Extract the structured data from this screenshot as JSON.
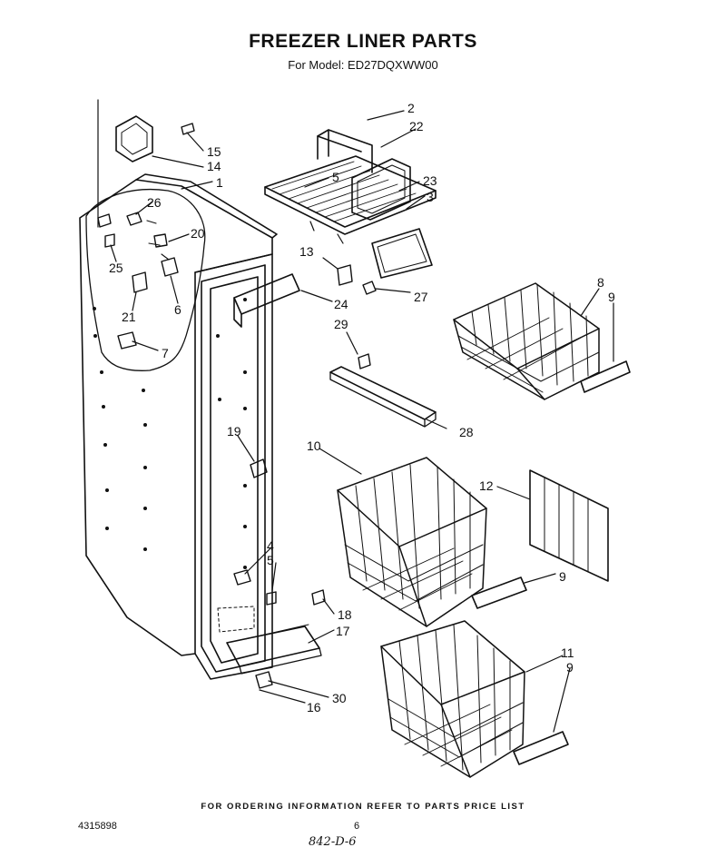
{
  "title": "FREEZER LINER PARTS",
  "subtitle": "For Model: ED27DQXWW00",
  "footer": "FOR ORDERING INFORMATION REFER TO PARTS PRICE LIST",
  "doc_number": "4315898",
  "page_number": "6",
  "handwritten_note": "842-D-6",
  "callouts": [
    "1",
    "2",
    "3",
    "4",
    "5",
    "5",
    "6",
    "7",
    "8",
    "9",
    "9",
    "9",
    "10",
    "11",
    "12",
    "13",
    "14",
    "15",
    "16",
    "17",
    "18",
    "19",
    "20",
    "21",
    "22",
    "23",
    "24",
    "25",
    "26",
    "27",
    "28",
    "29",
    "30"
  ]
}
